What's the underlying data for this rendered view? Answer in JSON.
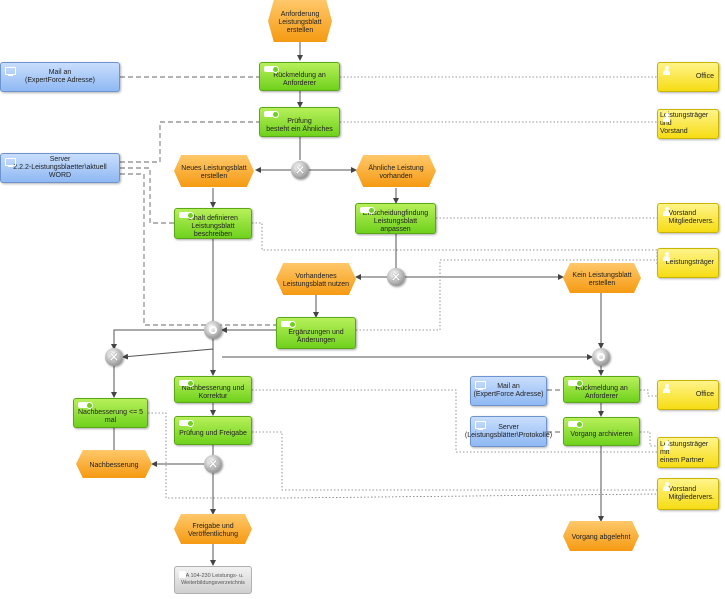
{
  "diagram": {
    "events": {
      "anforderung": "Anforderung\nLeistungsblatt\nerstellen",
      "neues": "Neues Leistungsblatt\nerstellen",
      "aehnliche": "Ähnliche Leistung\nvorhanden",
      "vorhandenes": "Vorhandenes\nLeistungsblatt nutzen",
      "kein": "Kein Leistungsblatt\nerstellen",
      "nachbesserung": "Nachbesserung",
      "freigabe": "Freigabe und\nVeröffentlichung",
      "abgelehnt": "Vorgang abgelehnt"
    },
    "functions": {
      "rueckmeldung1": "Rückmeldung an Anforderer",
      "pruefung": "Prüfung\nbesteht ein Ähnliches",
      "inhalt": "Inhalt definieren\nLeistungsblatt beschreiben",
      "entscheidung": "Entscheidungfindung\nLeistungsblatt anpassen",
      "ergaenzungen": "Ergänzungen und\nÄnderungen",
      "nachbesserung_korrektur": "Nachbesserung und\nKorrektur",
      "pruefung_freigabe": "Prüfung und Freigabe",
      "nachbesserung_count": "Nachbesserung <= 5 mal",
      "rueckmeldung2": "Rückmeldung an Anforderer",
      "archivieren": "Vorgang archivieren"
    },
    "org_units": {
      "office1": "Office",
      "lt_vorstand": "Leistungsträger und\nVorstand",
      "vorstand1": "Vorstand\nMitgliedervers.",
      "leistungstraeger": "Leistungsträger",
      "office2": "Office",
      "lt_partner": "Leistungsträger mit\neinem Partner",
      "vorstand2": "Vorstand\nMitgliedervers."
    },
    "systems": {
      "mail1": "Mail an\n(ExpertForce Adresse)",
      "server1": "Server\n2.2.2-Leistungsblaetter\\aktuell WORD",
      "mail2": "Mail an\n(ExpertForce Adresse)",
      "server2": "Server\n(Leistungsblätter\\Protokolle)"
    },
    "documents": {
      "pa": "PA 104-230 Leistungs- u.\nWeiterbildungsverzeichnis"
    }
  },
  "colors": {
    "function": "#7ed321",
    "event": "#f5a623",
    "org_unit": "#f8e71c",
    "system": "#a8c8f8",
    "document": "#d8d8d8",
    "gateway": "#9b9b9b"
  }
}
